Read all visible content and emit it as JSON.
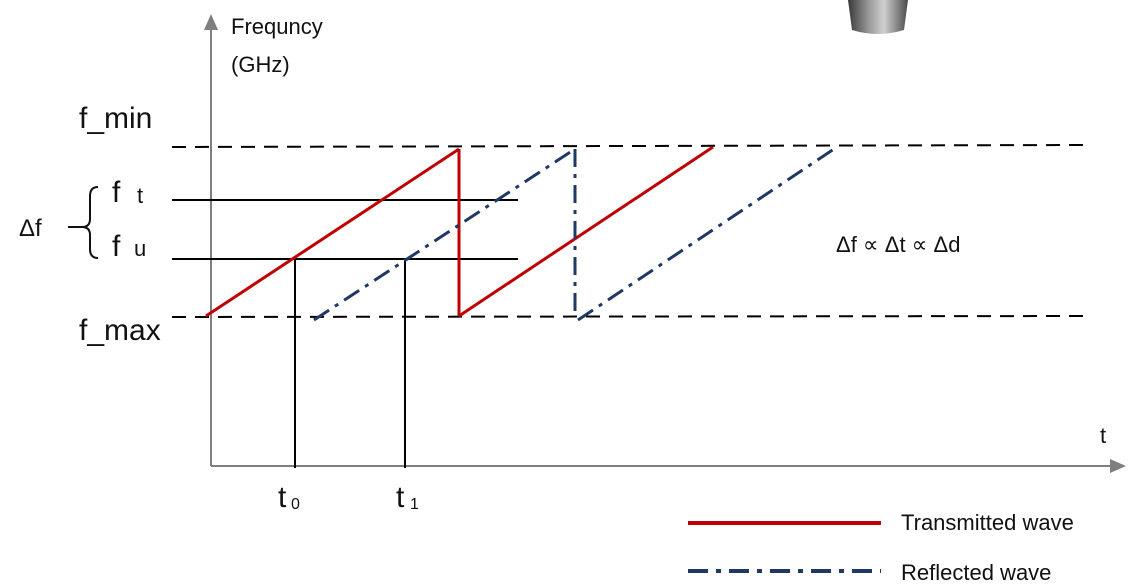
{
  "axes": {
    "y_label_line1": "Frequncy",
    "y_label_line2": "(GHz)",
    "x_label": "t"
  },
  "levels": {
    "f_min": "f_min",
    "f_max": "f_max",
    "ft_main": "f",
    "ft_sub": "t",
    "fu_main": "f",
    "fu_sub": "u",
    "delta_f": "Δf"
  },
  "times": {
    "t0_main": "t",
    "t0_sub": "0",
    "t1_main": "t",
    "t1_sub": "1"
  },
  "relation": "Δf ∝ Δt ∝ Δd",
  "legend": [
    {
      "label": "Transmitted wave",
      "color": "#c00000",
      "style": "solid"
    },
    {
      "label": "Reflected wave",
      "color": "#1f3864",
      "style": "dash-dot"
    }
  ],
  "colors": {
    "transmitted": "#c00000",
    "reflected": "#1f3864",
    "axis": "#7f7f7f",
    "text": "#111111"
  },
  "decorations": [
    "antenna-icon"
  ]
}
